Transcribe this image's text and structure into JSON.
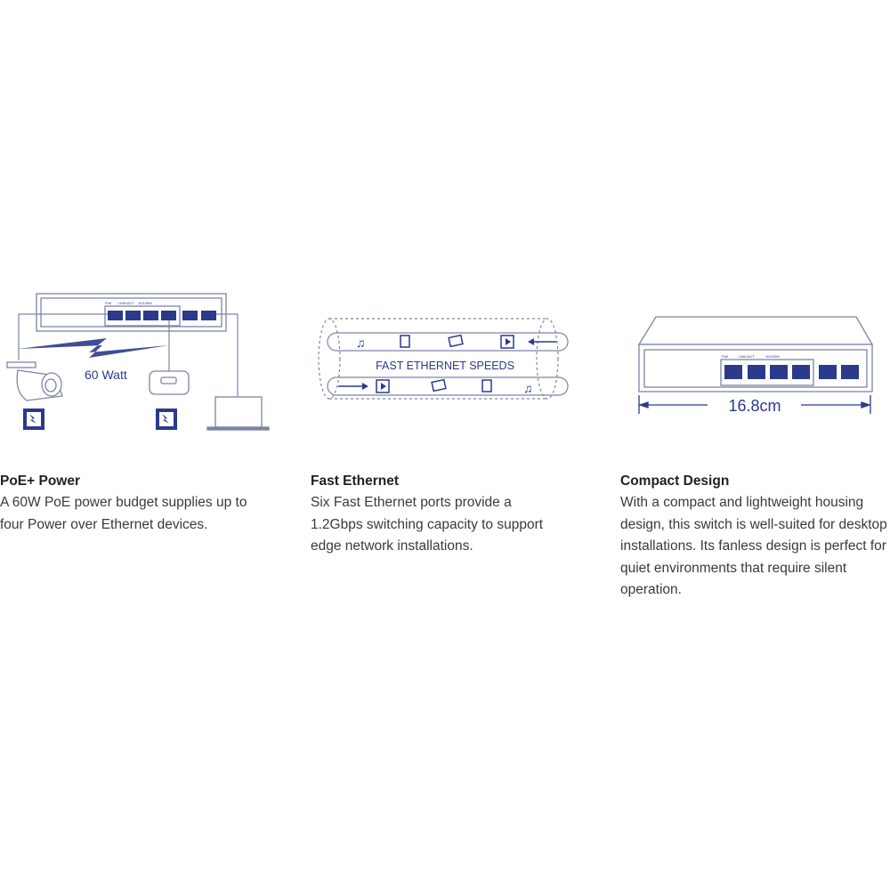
{
  "colors": {
    "navy": "#2b3a8a",
    "outline": "#7d84a6",
    "text": "#333333"
  },
  "features": [
    {
      "title": "PoE+ Power",
      "description": "A 60W PoE power budget supplies up to four Power over Ethernet devices.",
      "illustration": {
        "led_labels": [
          "PoE",
          "LINK/ACT",
          "10/100M"
        ],
        "power_label": "60 Watt",
        "icons": [
          "switch-icon",
          "bullet-camera-icon",
          "dome-camera-icon",
          "laptop-icon",
          "poe-plus-icon"
        ]
      }
    },
    {
      "title": "Fast Ethernet",
      "description": "Six Fast Ethernet ports provide a 1.2Gbps switching capacity to support edge network installations.",
      "illustration": {
        "banner": "FAST ETHERNET SPEEDS",
        "icons": [
          "music-icon",
          "document-icon",
          "image-icon",
          "video-icon"
        ]
      }
    },
    {
      "title": "Compact Design",
      "description": "With a compact and lightweight housing design, this switch is well-suited for desktop installations. Its fanless design is perfect for quiet environments that require silent operation.",
      "illustration": {
        "led_labels": [
          "PoE",
          "LINK/ACT",
          "10/100M"
        ],
        "dimension": "16.8cm"
      }
    }
  ]
}
